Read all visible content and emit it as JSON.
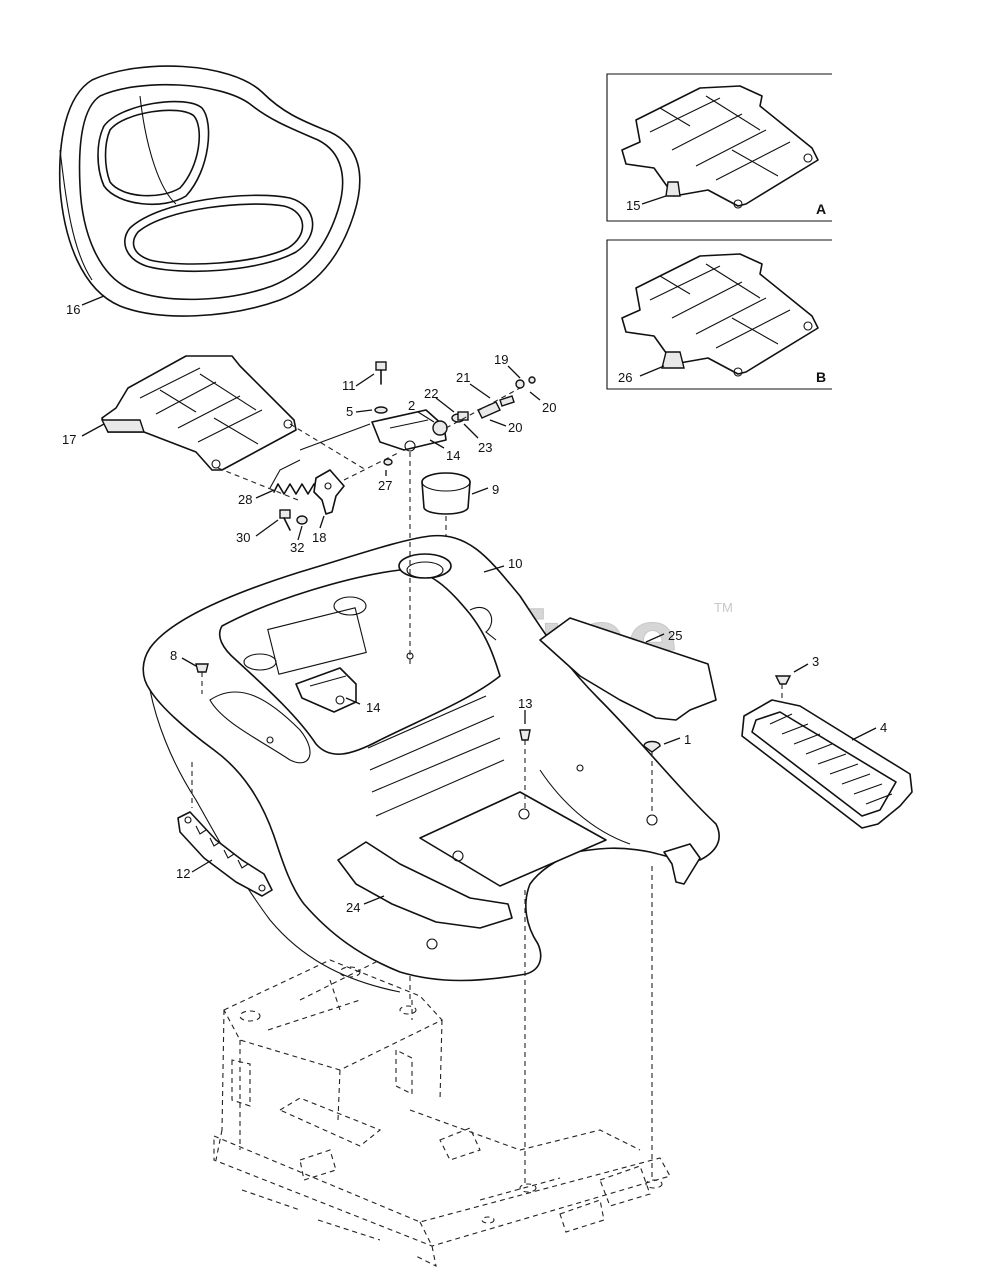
{
  "watermark": {
    "text": "PartsTree",
    "trademark": "TM"
  },
  "insets": {
    "a": "A",
    "b": "B"
  },
  "callouts": {
    "c1": "1",
    "c2": "2",
    "c3": "3",
    "c4": "4",
    "c5": "5",
    "c8": "8",
    "c9": "9",
    "c10": "10",
    "c11": "11",
    "c12": "12",
    "c13": "13",
    "c14a": "14",
    "c14b": "14",
    "c15": "15",
    "c16": "16",
    "c17": "17",
    "c18": "18",
    "c19": "19",
    "c20a": "20",
    "c20b": "20",
    "c21": "21",
    "c22": "22",
    "c23": "23",
    "c24": "24",
    "c25": "25",
    "c26": "26",
    "c27": "27",
    "c28": "28",
    "c30": "30",
    "c32": "32"
  }
}
